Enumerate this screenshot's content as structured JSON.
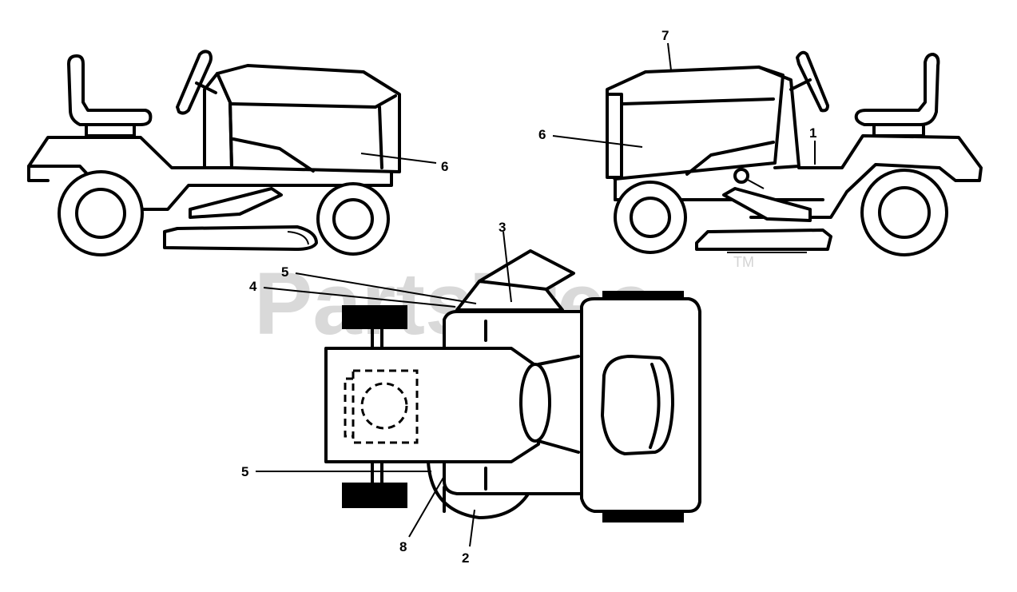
{
  "watermark": {
    "text": "PartsTree",
    "trademark": "TM"
  },
  "callouts": [
    {
      "id": "c6-left",
      "label": "6"
    },
    {
      "id": "c7",
      "label": "7"
    },
    {
      "id": "c6-right",
      "label": "6"
    },
    {
      "id": "c1",
      "label": "1"
    },
    {
      "id": "c3",
      "label": "3"
    },
    {
      "id": "c5-top",
      "label": "5"
    },
    {
      "id": "c4",
      "label": "4"
    },
    {
      "id": "c5-bottom",
      "label": "5"
    },
    {
      "id": "c8",
      "label": "8"
    },
    {
      "id": "c2",
      "label": "2"
    }
  ]
}
